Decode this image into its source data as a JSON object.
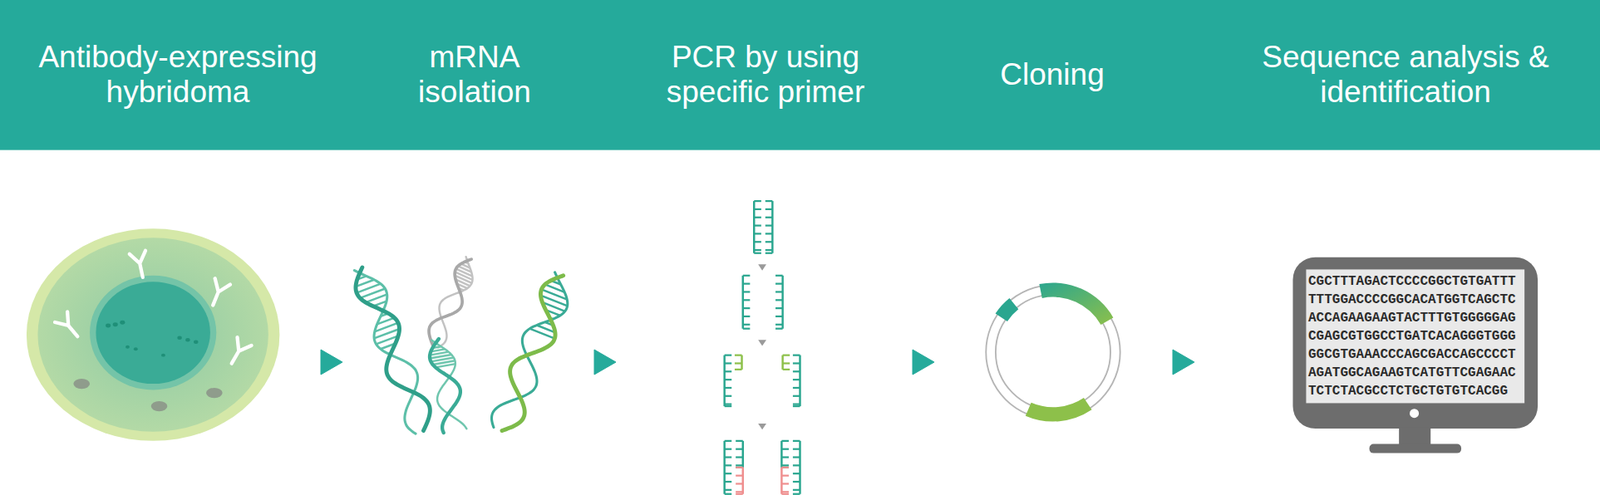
{
  "diagram": {
    "nodes": [
      {
        "text": [
          "Antibody-expressing hybridoma"
        ]
      },
      {
        "text": [
          "mRNA isolation"
        ]
      },
      {
        "text": [
          "PCR by using specific primer"
        ]
      },
      {
        "text": [
          "Cloning"
        ]
      },
      {
        "text": [
          "Sequence analysis & identification"
        ]
      }
    ],
    "edges": [
      {
        "from": 0,
        "to": 1,
        "arrow": "to"
      },
      {
        "from": 1,
        "to": 2,
        "arrow": "to"
      },
      {
        "from": 2,
        "to": 3,
        "arrow": "to"
      },
      {
        "from": 3,
        "to": 4,
        "arrow": "to"
      }
    ],
    "labels": [
      "CGCTTTAGACTCCCCGGCTGTGATTT",
      "TTTGGACCCCGGCACATGGTCAGCTC",
      "ACCAGAAGAAGTACTTTGTGGGGGAG",
      "CGAGCGTGGCCTGATCACAGGGTGGG",
      "GGCGTGAAACCCAGCGACCAGCCCCT",
      "AGATGGCAGAAGTCATGTTCGAGAAC",
      "TCTCTACGCCTCTGCTGTGTCACGG"
    ]
  }
}
